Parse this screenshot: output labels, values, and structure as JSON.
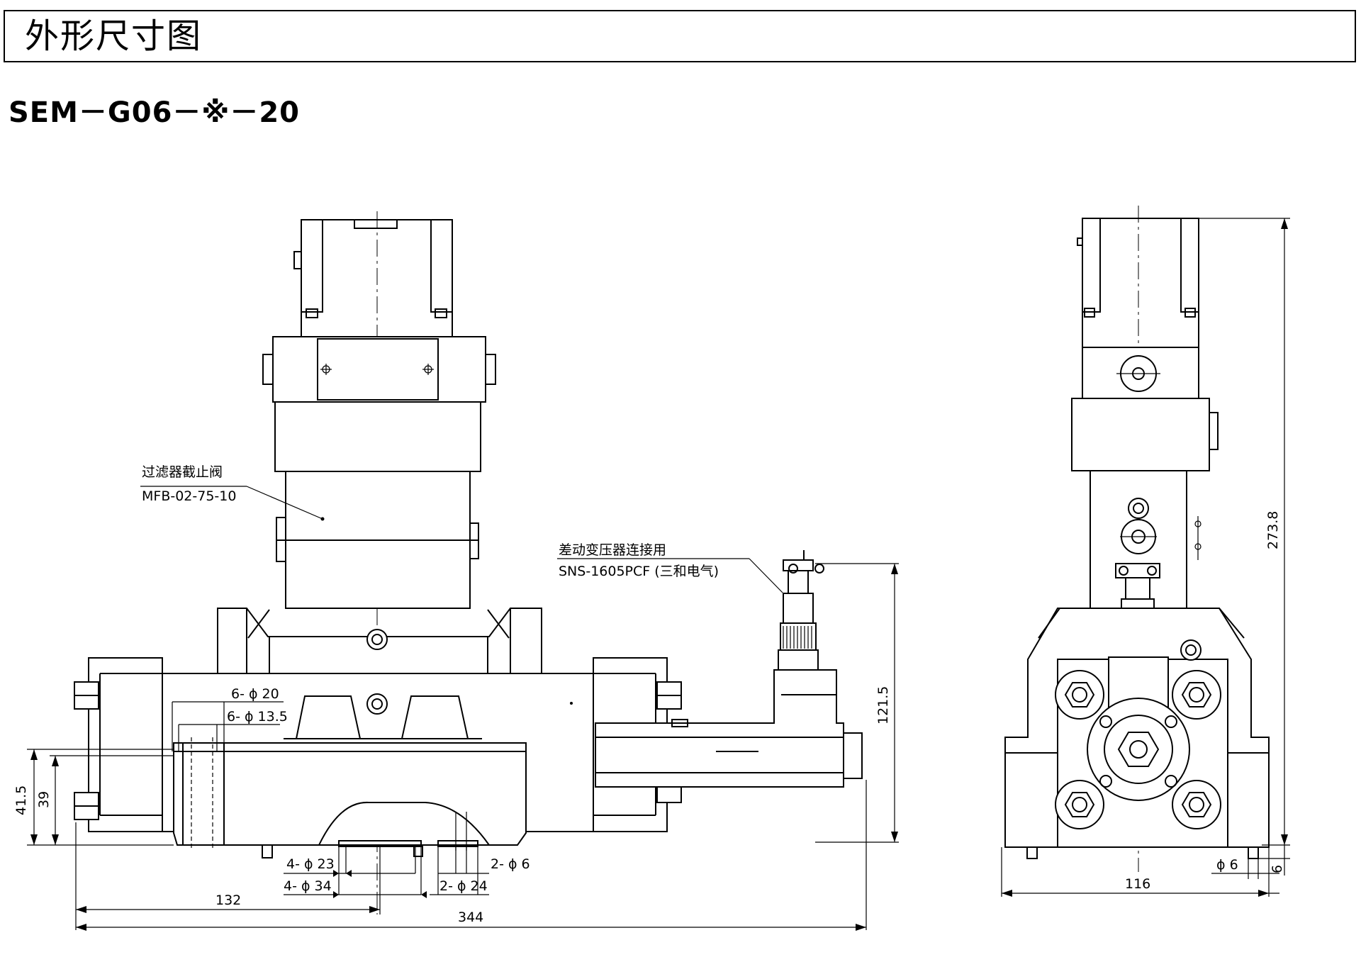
{
  "header": {
    "title": "外形尺寸图"
  },
  "model": "SEM－G06－※－20",
  "labels": {
    "filter_name": "过滤器截止阀",
    "filter_model": "MFB-02-75-10",
    "connector_name": "差动变压器连接用",
    "connector_model": "SNS-1605PCF (三和电气)"
  },
  "dimensions": {
    "d_6phi20": "6- ϕ 20",
    "d_6phi13_5": "6- ϕ 13.5",
    "d_41_5": "41.5",
    "d_39": "39",
    "d_4phi23": "4- ϕ 23",
    "d_4phi34": "4- ϕ 34",
    "d_2phi6": "2- ϕ 6",
    "d_2phi24": "2- ϕ 24",
    "d_132": "132",
    "d_344": "344",
    "d_121_5": "121.5",
    "d_273_8": "273.8",
    "d_116": "116",
    "d_phi6": "ϕ 6",
    "d_6": "6"
  }
}
